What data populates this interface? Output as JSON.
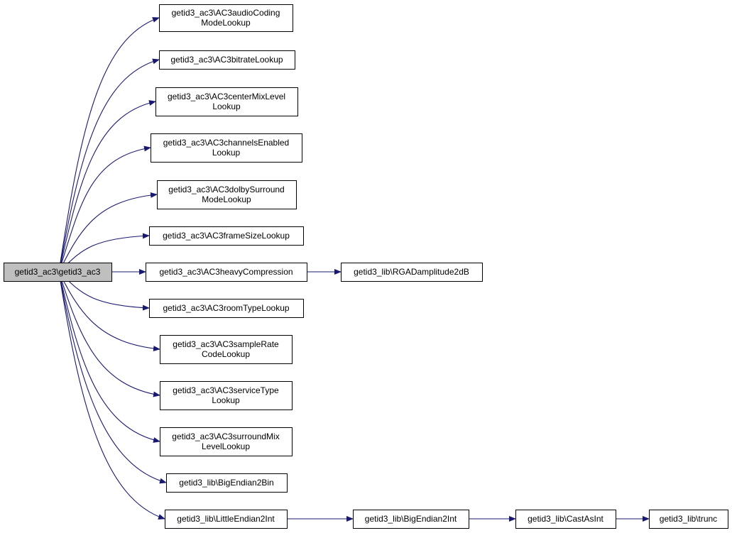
{
  "colors": {
    "edge": "#191970",
    "node_fill": "#ffffff",
    "root_fill": "#bfbfbf",
    "node_border": "#000000"
  },
  "root": {
    "id": "root",
    "lines": [
      "getid3_ac3\\getid3_ac3"
    ]
  },
  "nodes": [
    {
      "id": "audioCodingMode",
      "lines": [
        "getid3_ac3\\AC3audioCoding",
        "ModeLookup"
      ]
    },
    {
      "id": "bitrate",
      "lines": [
        "getid3_ac3\\AC3bitrateLookup"
      ]
    },
    {
      "id": "centerMixLevel",
      "lines": [
        "getid3_ac3\\AC3centerMixLevel",
        "Lookup"
      ]
    },
    {
      "id": "channelsEnabled",
      "lines": [
        "getid3_ac3\\AC3channelsEnabled",
        "Lookup"
      ]
    },
    {
      "id": "dolbySurroundMode",
      "lines": [
        "getid3_ac3\\AC3dolbySurround",
        "ModeLookup"
      ]
    },
    {
      "id": "frameSize",
      "lines": [
        "getid3_ac3\\AC3frameSizeLookup"
      ]
    },
    {
      "id": "heavyCompression",
      "lines": [
        "getid3_ac3\\AC3heavyCompression"
      ]
    },
    {
      "id": "rgaDamplitude",
      "lines": [
        "getid3_lib\\RGADamplitude2dB"
      ]
    },
    {
      "id": "roomType",
      "lines": [
        "getid3_ac3\\AC3roomTypeLookup"
      ]
    },
    {
      "id": "sampleRateCode",
      "lines": [
        "getid3_ac3\\AC3sampleRate",
        "CodeLookup"
      ]
    },
    {
      "id": "serviceType",
      "lines": [
        "getid3_ac3\\AC3serviceType",
        "Lookup"
      ]
    },
    {
      "id": "surroundMixLevel",
      "lines": [
        "getid3_ac3\\AC3surroundMix",
        "LevelLookup"
      ]
    },
    {
      "id": "bigEndian2Bin",
      "lines": [
        "getid3_lib\\BigEndian2Bin"
      ]
    },
    {
      "id": "littleEndian2Int",
      "lines": [
        "getid3_lib\\LittleEndian2Int"
      ]
    },
    {
      "id": "bigEndian2Int",
      "lines": [
        "getid3_lib\\BigEndian2Int"
      ]
    },
    {
      "id": "castAsInt",
      "lines": [
        "getid3_lib\\CastAsInt"
      ]
    },
    {
      "id": "trunc",
      "lines": [
        "getid3_lib\\trunc"
      ]
    }
  ],
  "edges": [
    {
      "from": "root",
      "to": "audioCodingMode"
    },
    {
      "from": "root",
      "to": "bitrate"
    },
    {
      "from": "root",
      "to": "centerMixLevel"
    },
    {
      "from": "root",
      "to": "channelsEnabled"
    },
    {
      "from": "root",
      "to": "dolbySurroundMode"
    },
    {
      "from": "root",
      "to": "frameSize"
    },
    {
      "from": "root",
      "to": "heavyCompression"
    },
    {
      "from": "root",
      "to": "roomType"
    },
    {
      "from": "root",
      "to": "sampleRateCode"
    },
    {
      "from": "root",
      "to": "serviceType"
    },
    {
      "from": "root",
      "to": "surroundMixLevel"
    },
    {
      "from": "root",
      "to": "bigEndian2Bin"
    },
    {
      "from": "root",
      "to": "littleEndian2Int"
    },
    {
      "from": "heavyCompression",
      "to": "rgaDamplitude"
    },
    {
      "from": "littleEndian2Int",
      "to": "bigEndian2Int"
    },
    {
      "from": "bigEndian2Int",
      "to": "castAsInt"
    },
    {
      "from": "castAsInt",
      "to": "trunc"
    }
  ]
}
